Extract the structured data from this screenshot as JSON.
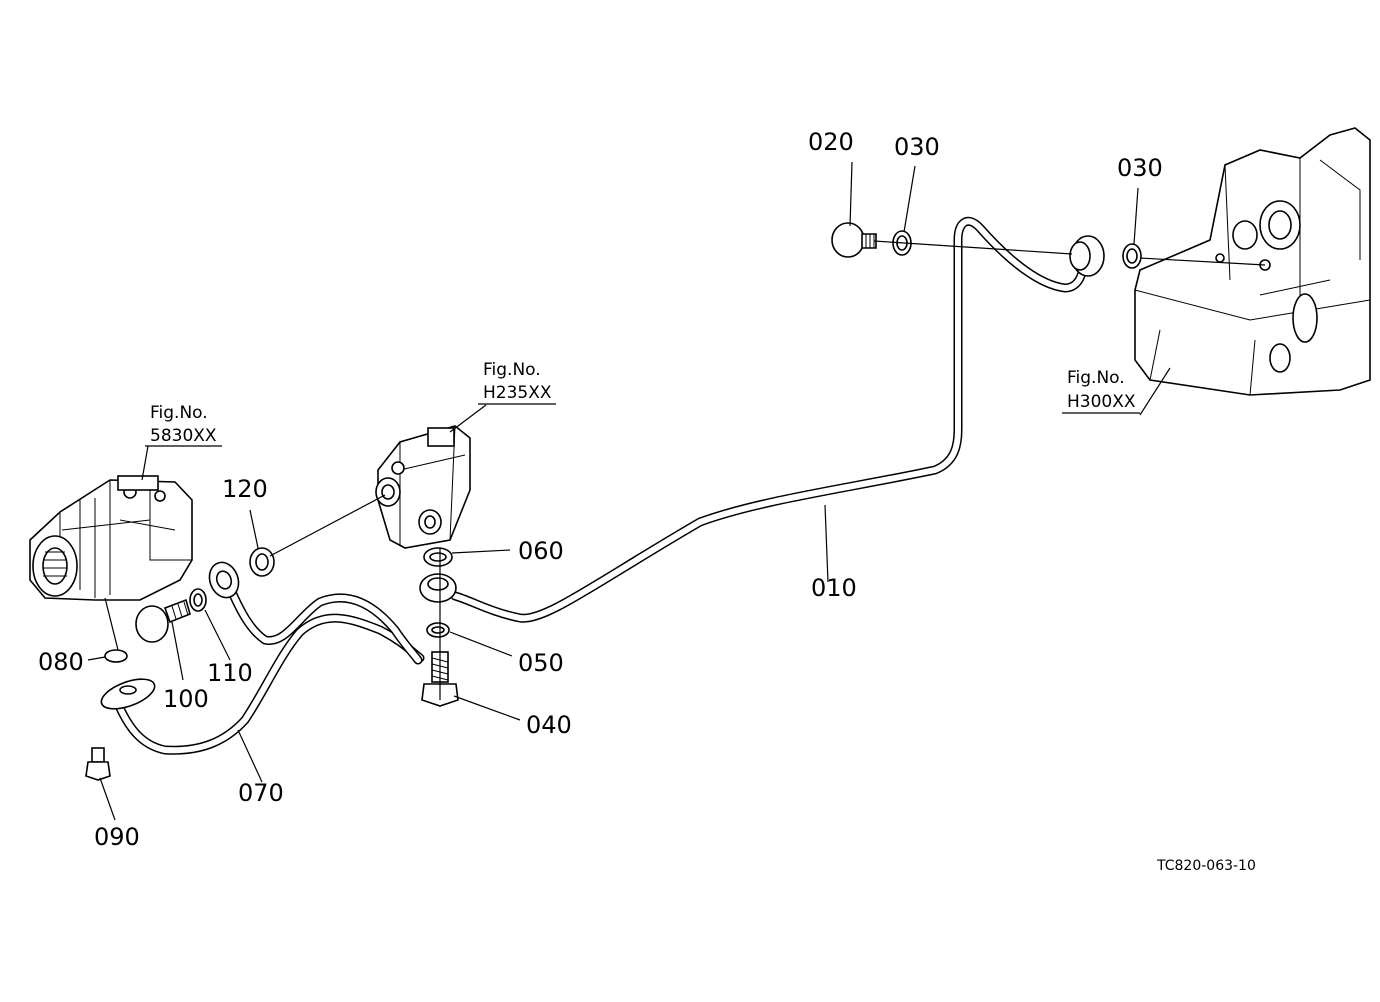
{
  "labels": {
    "p010": "010",
    "p020": "020",
    "p030a": "030",
    "p030b": "030",
    "p040": "040",
    "p050": "050",
    "p060": "060",
    "p070": "070",
    "p080": "080",
    "p090": "090",
    "p100": "100",
    "p110": "110",
    "p120": "120"
  },
  "figures": {
    "pump": {
      "caption": "Fig.No.",
      "number": "5830XX"
    },
    "valve": {
      "caption": "Fig.No.",
      "number": "H235XX"
    },
    "housing": {
      "caption": "Fig.No.",
      "number": "H300XX"
    }
  },
  "drawing_code": "TC820-063-10"
}
